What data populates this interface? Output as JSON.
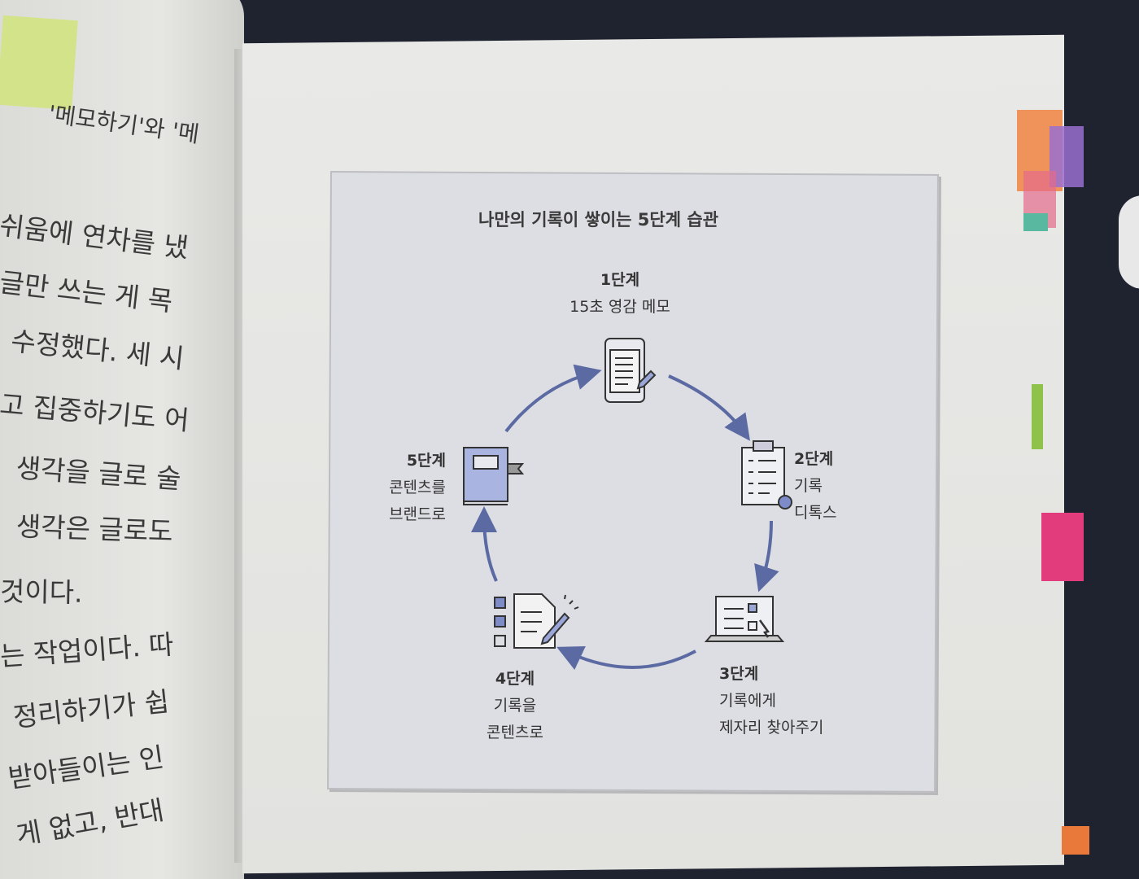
{
  "left_page": {
    "lines": [
      "'메모하기'와 '메",
      "쉬움에 연차를 냈",
      "글만 쓰는 게 목",
      "수정했다. 세 시",
      "고 집중하기도 어",
      "생각을 글로 술",
      "생각은 글로도",
      "것이다.",
      "는 작업이다. 따",
      "정리하기가 쉽",
      "받아들이는 인",
      "게 없고, 반대"
    ]
  },
  "diagram": {
    "title": "나만의 기록이 쌓이는 5단계 습관",
    "steps": [
      {
        "stage": "1단계",
        "lines": [
          "15초 영감 메모"
        ],
        "icon": "smartphone-memo-icon"
      },
      {
        "stage": "2단계",
        "lines": [
          "기록",
          "디톡스"
        ],
        "icon": "clipboard-checklist-icon"
      },
      {
        "stage": "3단계",
        "lines": [
          "기록에게",
          "제자리 찾아주기"
        ],
        "icon": "laptop-organize-icon"
      },
      {
        "stage": "4단계",
        "lines": [
          "기록을",
          "콘텐츠로"
        ],
        "icon": "document-checklist-icon"
      },
      {
        "stage": "5단계",
        "lines": [
          "콘텐츠를",
          "브랜드로"
        ],
        "icon": "book-icon"
      }
    ],
    "accent_color": "#5b6aa3"
  }
}
